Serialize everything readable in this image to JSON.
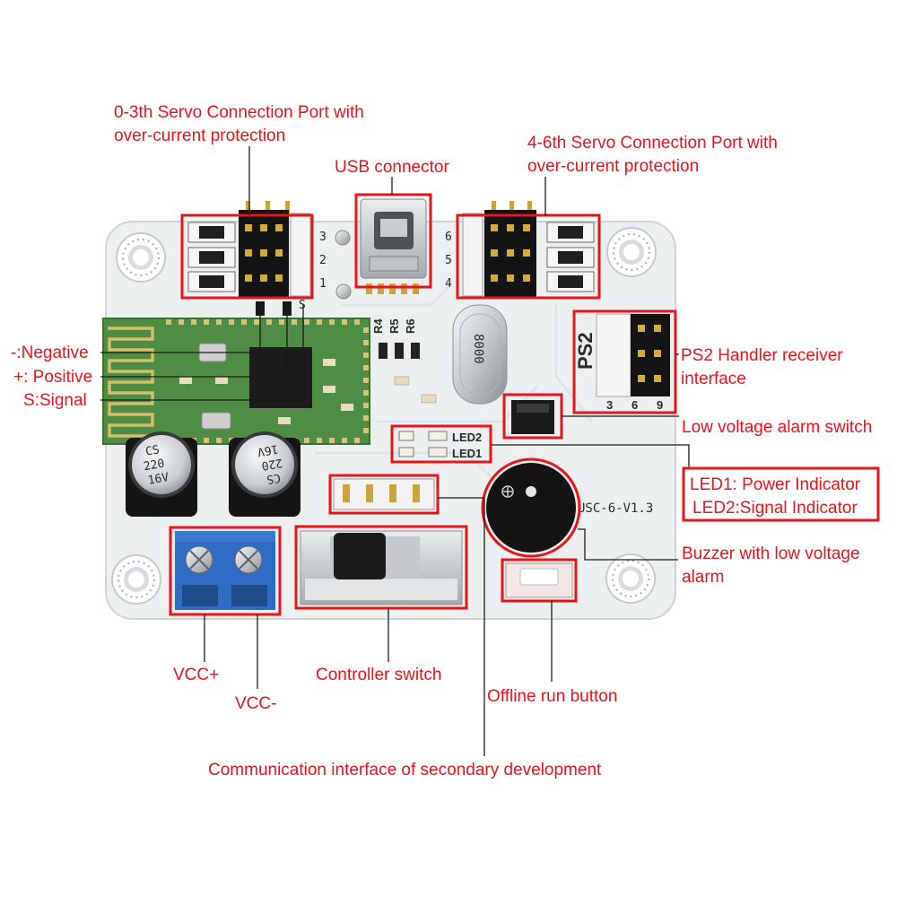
{
  "annotations": {
    "servo_0_3": {
      "line1": "0-3th Servo Connection Port with",
      "line2": "over-current protection"
    },
    "usb": "USB connector",
    "servo_4_6": {
      "line1": "4-6th Servo Connection Port with",
      "line2": "over-current protection"
    },
    "pins": {
      "negative": "-:Negative",
      "positive": "+: Positive",
      "signal": "S:Signal"
    },
    "ps2": {
      "line1": "PS2 Handler receiver",
      "line2": "interface"
    },
    "low_voltage_switch": "Low voltage alarm switch",
    "led": {
      "line1": "LED1: Power Indicator",
      "line2": "LED2:Signal Indicator"
    },
    "buzzer": {
      "line1": "Buzzer with low voltage",
      "line2": "alarm"
    },
    "vcc_plus": "VCC+",
    "vcc_minus": "VCC-",
    "controller_switch": "Controller switch",
    "offline_button": "Offline run button",
    "comm_interface": "Communication interface of secondary development"
  },
  "board_text": {
    "servo_left_pins": [
      "3",
      "2",
      "1"
    ],
    "signal_pin": "S",
    "servo_right_pins": [
      "6",
      "5",
      "4"
    ],
    "resistors": [
      "R6",
      "R5",
      "R4"
    ],
    "led2": "LED2",
    "led1": "LED1",
    "ps2": "PS2",
    "ps2_pins": [
      "3",
      "6",
      "9"
    ],
    "version": "USC-6-V1.3",
    "crystal": "8000",
    "capacitor": [
      "CS",
      "220",
      "16V"
    ]
  },
  "colors": {
    "annotation": "#e8141c",
    "board": "#eceff0",
    "bluetooth_module": "#4f8d45",
    "terminal_block": "#2f6cc3"
  }
}
